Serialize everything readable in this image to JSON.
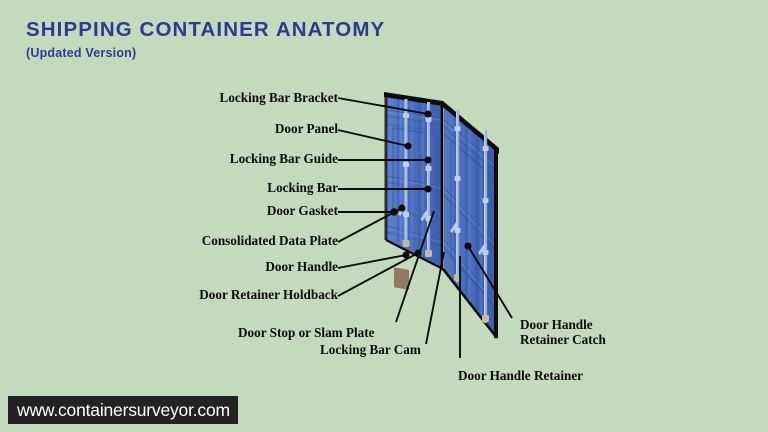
{
  "page": {
    "background_color": "#c3dbbc",
    "title": "SHIPPING CONTAINER ANATOMY",
    "subtitle": "(Updated Version)",
    "title_color": "#2b3b8f"
  },
  "footer": {
    "url": "www.containersurveyor.com",
    "background_color": "#222222",
    "text_color": "#ffffff"
  },
  "diagram": {
    "subject": "shipping container rear doors",
    "door_color": "#4a6fc0",
    "door_outline_color": "#101010",
    "locking_bar_color": "#a9c2e8",
    "data_plate_color": "#8a6a55",
    "callouts": [
      {
        "id": "locking-bar-bracket",
        "label": "Locking Bar Bracket"
      },
      {
        "id": "door-panel",
        "label": "Door Panel"
      },
      {
        "id": "locking-bar-guide",
        "label": "Locking Bar Guide"
      },
      {
        "id": "locking-bar",
        "label": "Locking Bar"
      },
      {
        "id": "door-gasket",
        "label": "Door Gasket"
      },
      {
        "id": "consolidated-data-plate",
        "label": "Consolidated Data Plate"
      },
      {
        "id": "door-handle",
        "label": "Door Handle"
      },
      {
        "id": "door-retainer-holdback",
        "label": "Door Retainer Holdback"
      },
      {
        "id": "door-stop-or-slam-plate",
        "label": "Door Stop or Slam Plate"
      },
      {
        "id": "locking-bar-cam",
        "label": "Locking Bar Cam"
      },
      {
        "id": "door-handle-retainer",
        "label": "Door Handle Retainer"
      },
      {
        "id": "door-handle-retainer-catch-line1",
        "label": "Door Handle"
      },
      {
        "id": "door-handle-retainer-catch-line2",
        "label": "Retainer Catch"
      }
    ]
  }
}
